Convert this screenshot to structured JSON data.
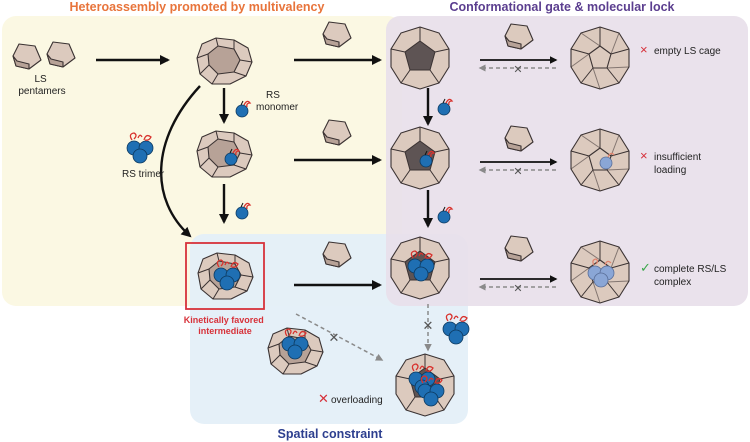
{
  "panels": {
    "heteroassembly": {
      "title": "Heteroassembly promoted by multivalency",
      "color": "#e8743b",
      "fill": "#fbf8e3"
    },
    "gate": {
      "title": "Conformational gate & molecular lock",
      "color": "#5b3e8f",
      "fill": "#e8e0ea"
    },
    "spatial": {
      "title": "Spatial constraint",
      "color": "#2d3f8f",
      "fill": "#e4eff8"
    }
  },
  "labels": {
    "ls_pentamers": "LS\npentamers",
    "rs_monomer": "RS\nmonomer",
    "rs_trimer": "RS trimer",
    "kinetic": "Kinetically favored\nintermediate",
    "overloading": "overloading"
  },
  "outcomes": [
    {
      "mark": "×",
      "text": "empty LS cage",
      "ok": false
    },
    {
      "mark": "×",
      "text": "insufficient\nloading",
      "ok": false
    },
    {
      "mark": "✓",
      "text": "complete RS/LS\ncomplex",
      "ok": true
    }
  ],
  "colors": {
    "fail": "#d6303a",
    "ok": "#3aa64a",
    "shell": "#dccabe",
    "protein": "#1f6fb3",
    "loop": "#d8332e",
    "highlight_box": "#d7323a"
  }
}
